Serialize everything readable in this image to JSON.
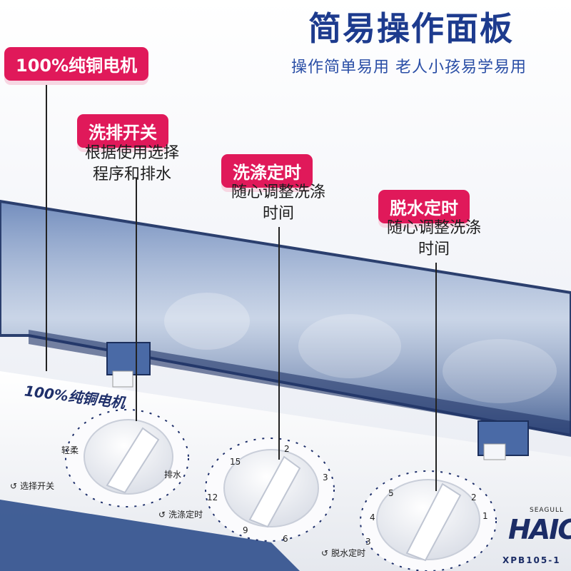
{
  "header": {
    "title": "简易操作面板",
    "subtitle": "操作简单易用  老人小孩易学易用"
  },
  "callouts": {
    "motor": {
      "label": "100%纯铜电机"
    },
    "switch": {
      "label": "洗排开关",
      "desc_line1": "根据使用选择",
      "desc_line2": "程序和排水"
    },
    "wash_timer": {
      "label": "洗涤定时",
      "desc_line1": "随心调整洗涤",
      "desc_line2": "时间"
    },
    "spin_timer": {
      "label": "脱水定时",
      "desc_line1": "随心调整洗涤",
      "desc_line2": "时间"
    }
  },
  "machine": {
    "panel_text": "100%纯铜电机",
    "switch_label": "选择开关",
    "switch_pos_left": "轻柔",
    "switch_pos_right": "排水",
    "wash_timer_label": "洗涤定时",
    "spin_timer_label": "脱水定时",
    "brand": "HAIC",
    "brand_small": "SEAGULL",
    "model": "XPB105-1",
    "wash_numbers": [
      "15",
      "2",
      "3",
      "12",
      "9",
      "6"
    ],
    "spin_numbers": [
      "5",
      "4",
      "3",
      "2",
      "1"
    ]
  },
  "colors": {
    "accent_tag": "#e0195a",
    "title_blue": "#1d3b8e",
    "lid_tint": "#3e5f9a"
  }
}
